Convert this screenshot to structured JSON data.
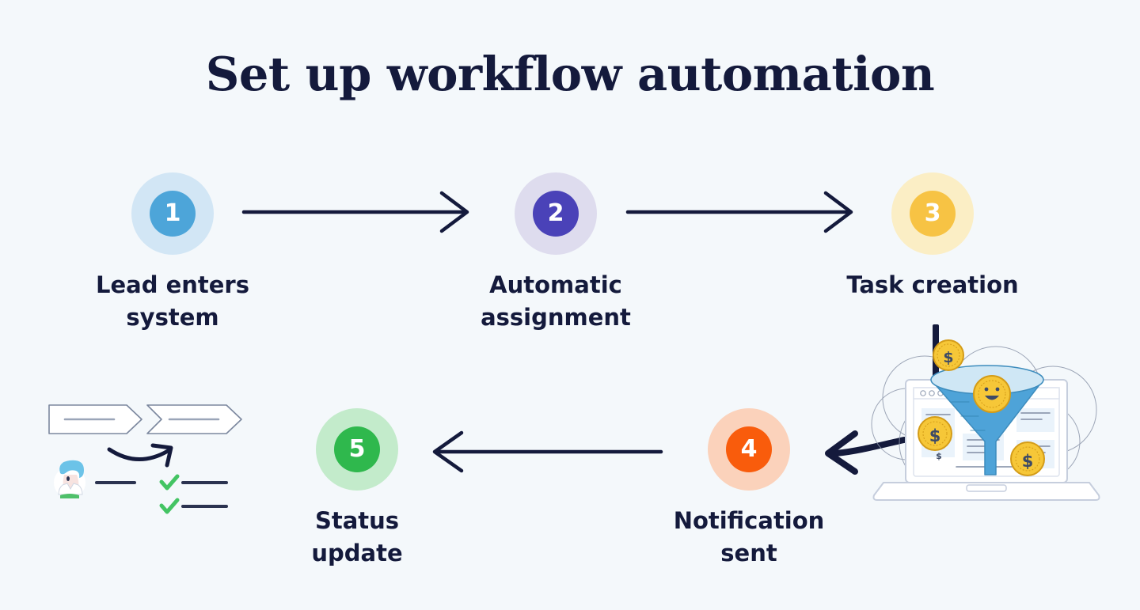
{
  "page": {
    "title": "Set up workflow automation",
    "background_color": "#f4f8fb",
    "text_color": "#141a3c"
  },
  "steps": [
    {
      "number": "1",
      "label": "Lead enters\nsystem",
      "disc_color": "#4da5d9",
      "halo_color": "#d2e6f5",
      "name": "lead-enters-system"
    },
    {
      "number": "2",
      "label": "Automatic\nassignment",
      "disc_color": "#4a42b8",
      "halo_color": "#dedcee",
      "name": "automatic-assignment"
    },
    {
      "number": "3",
      "label": "Task creation",
      "disc_color": "#f7c344",
      "halo_color": "#fbeec5",
      "name": "task-creation"
    },
    {
      "number": "4",
      "label": "Notification sent",
      "disc_color": "#f95c0c",
      "halo_color": "#fbd2bb",
      "name": "notification-sent"
    },
    {
      "number": "5",
      "label": "Status update",
      "disc_color": "#2fb84d",
      "halo_color": "#c3ebcb",
      "name": "status-update"
    }
  ],
  "arrows": [
    {
      "name": "arrow-step1-to-step2",
      "direction": "right"
    },
    {
      "name": "arrow-step2-to-step3",
      "direction": "right"
    },
    {
      "name": "arrow-step4-to-step5",
      "direction": "left"
    },
    {
      "name": "arrow-illustration-to-step4",
      "direction": "left-curved"
    }
  ],
  "illustrations": [
    {
      "name": "sales-funnel-laptop-illustration",
      "description": "Laptop showing a blue sales funnel with yellow dollar coins and a smiley coin",
      "colors": {
        "funnel_top": "#cfe7f5",
        "funnel_body": "#4ea3d8",
        "coin": "#f6c738",
        "coin_edge": "#e0a91f",
        "outline": "#3d4a66"
      }
    },
    {
      "name": "lead-assignment-illustration",
      "description": "Two chevron banners, a curved arrow, an avatar with blue hair and green checkmark task lines",
      "colors": {
        "hair": "#6cc3e8",
        "check": "#43c463",
        "line": "#2b3350",
        "banner_outline": "#7b879e"
      }
    }
  ]
}
